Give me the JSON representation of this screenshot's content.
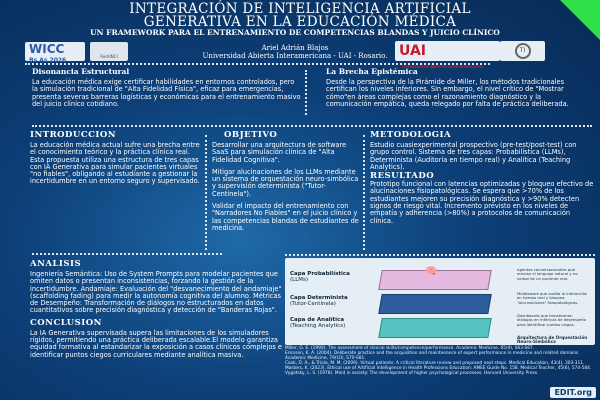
{
  "header": {
    "title_line1": "INTEGRACIÓN DE INTELIGENCIA ARTIFICIAL",
    "title_line2": "GENERATIVA EN LA EDUCACIÓN MÉDICA",
    "subtitle": "UN FRAMEWORK PARA EL ENTRENAMIENTO DE COMPETENCIAS BLANDAS Y JUICIO CLÍNICO",
    "author": "Ariel Adrián Blajos",
    "affiliation": "Universidad Abierta Interamericana - UAI - Rosario.",
    "logos": {
      "wicc": "WICC",
      "wicc_sub": "Bs As 2026",
      "redunci": "RedUNCI",
      "uai": "UAI",
      "uai_full": "Universidad Abierta Interamericana",
      "ti": "TI"
    }
  },
  "accent_color": "#2fe04a",
  "disonancia": {
    "title": "Disonancia Estructural",
    "text": "La educación médica exige certificar habilidades en entornos controlados, pero la simulación tradicional de \"Alta Fidelidad Física\", eficaz para emergencias, presenta severas barreras logísticas y económicas para el entrenamiento masivo del juicio clínico cotidiano."
  },
  "brecha": {
    "title": "La Brecha Epistémica",
    "text": "Desde la perspectiva de la Pirámide de Miller, los métodos tradicionales certifican los niveles inferiores. Sin embargo, el nivel crítico de \"Mostrar cómo\"en áreas complejas como el razonamiento diagnóstico y la comunicación empática, queda relegado por falta de práctica deliberada."
  },
  "introduccion": {
    "title": "INTRODUCCION",
    "text": "La educación médica actual sufre una brecha entre el conocimiento teórico y la práctica clínica real. Esta propuesta utiliza una estructura de tres capas con IA Generativa para simular pacientes virtuales \"no fiables\", obligando al estudiante a gestionar la incertidumbre en un entorno seguro y supervisado."
  },
  "objetivo": {
    "title": "OBJETIVO",
    "items": [
      "Desarrollar una arquitectura de software SaaS para simulación clínica de \"Alta Fidelidad Cognitiva\".",
      "Mitigar alucinaciones de los LLMs mediante un sistema de orquestación neuro-simbólica y supervisión determinista (\"Tutor-Centinela\").",
      "Validar el impacto del entrenamiento con \"Narradores No Fiables\" en el juicio clínico y las competencias blandas de estudiantes de medicina."
    ]
  },
  "metodologia": {
    "title": "METODOLOGIA",
    "text": "Estudio cuasiexperimental prospectivo (pre-test/post-test) con grupo control. Sistema de tres capas: Probabilística (LLMs), Determinista (Auditoría en tiempo real) y Analítica (Teaching Analytics)."
  },
  "resultado": {
    "title": "RESULTADO",
    "text": "Prototipo funcional con latencias optimizadas y bloqueo efectivo de alucinaciones fisiopatológicas. Se espera que >70% de los estudiantes mejoren su precisión diagnóstica y >90% detecten signos de riesgo vital. Incremento previsto en los niveles de empatía y adherencia (>80%) a protocolos de comunicación clínica."
  },
  "analisis": {
    "title": "ANALISIS",
    "text": "Ingeniería Semántica: Uso de System Prompts para modelar pacientes que omiten datos o presentan inconsistencias, forzando la gestión de la incertidumbre. Andamiaje: Evaluación del \"desvanecimiento del andamiaje\" (scaffolding fading) para medir la autonomía cognitiva del alumno. Métricas de Desempeño: Transformación de diálogos no estructurados en datos cuantitativos sobre precisión diagnóstica y detección de \"Banderas Rojas\"."
  },
  "conclusion": {
    "title": "CONCLUSION",
    "text": "La IA Generativa supervisada supera las limitaciones de los simuladores rígidos, permitiendo una práctica deliberada escalable.El modelo garantiza equidad formativa al estandarizar la exposición a casos clínicos complejos e identificar puntos ciegos curriculares mediante analítica masiva."
  },
  "diagram": {
    "layers": [
      {
        "name": "Capa Probabilística",
        "sub": "(LLMs)",
        "desc": "Agentes conversacionales que emulan el lenguaje natural y no verbal de un paciente real.",
        "color": "#e5b9e0"
      },
      {
        "name": "Capa Determinista",
        "sub": "(Tutor-Centinela)",
        "desc": "Middleware que audita la interacción en tiempo real y bloquea \"alucinaciones\" fisiopatológicas.",
        "color": "#2c5e9e"
      },
      {
        "name": "Capa de Analítica",
        "sub": "(Teaching Analytics)",
        "desc": "Dashboards que transforman diálogos en métricas de desempeño para identificar puntos ciegos.",
        "color": "#55c3c0"
      }
    ],
    "caption": "Arquitectura de Orquestación Neuro-Simbólica"
  },
  "references": [
    "Miller, G. E. (1990). The assessment of clinical skills/competence/performance. Academic Medicine, 65(9), S63-S67.",
    "Ericsson, K. A. (2004). Deliberate practice and the acquisition and maintenance of expert performance in medicine and related domains. Academic Medicine, 79(10), S70-S81.",
    "Cook, D. A., & Triola, M. M. (2009). Virtual patients: A critical literature review and proposed next steps. Medical Education, 43(4), 303-311.",
    "Masters, K. (2023). Ethical use of Artificial Intelligence in Health Professions Education: AMEE Guide No. 158. Medical Teacher, 45(6), 574-584.",
    "Vygotsky, L. S. (1978). Mind in society: The development of higher psychological processes. Harvard University Press."
  ],
  "watermark": "EDIT.org"
}
